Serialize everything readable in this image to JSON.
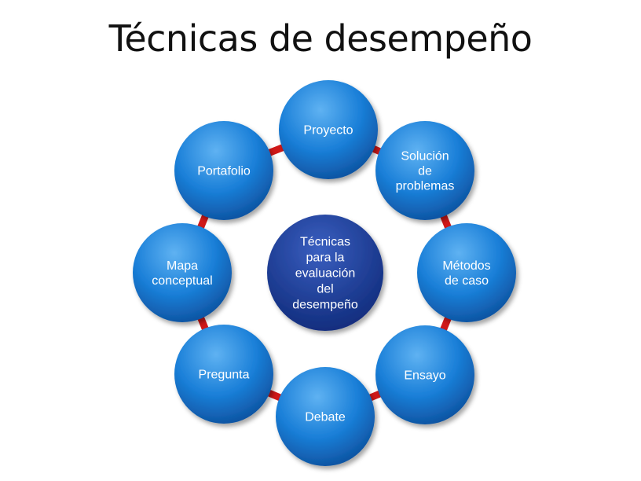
{
  "title": "Técnicas de desempeño",
  "center": {
    "lines": [
      "Técnicas",
      "para la",
      "evaluación",
      "del",
      "desempeño"
    ]
  },
  "nodes": [
    {
      "id": "proyecto",
      "lines": [
        "Proyecto"
      ]
    },
    {
      "id": "solucion-de-problemas",
      "lines": [
        "Solución",
        "de",
        "problemas"
      ]
    },
    {
      "id": "metodos-de-caso",
      "lines": [
        "Métodos",
        "de caso"
      ]
    },
    {
      "id": "ensayo",
      "lines": [
        "Ensayo"
      ]
    },
    {
      "id": "debate",
      "lines": [
        "Debate"
      ]
    },
    {
      "id": "pregunta",
      "lines": [
        "Pregunta"
      ]
    },
    {
      "id": "mapa-conceptual",
      "lines": [
        "Mapa",
        "conceptual"
      ]
    },
    {
      "id": "portafolio",
      "lines": [
        "Portafolio"
      ]
    }
  ],
  "colors": {
    "node_light": "#5fb2f2",
    "node_mid": "#1a7fd8",
    "node_dark": "#0d4f9c",
    "center_light": "#3a5fc0",
    "center_dark": "#0f2a7a",
    "connector": "#d01818"
  }
}
